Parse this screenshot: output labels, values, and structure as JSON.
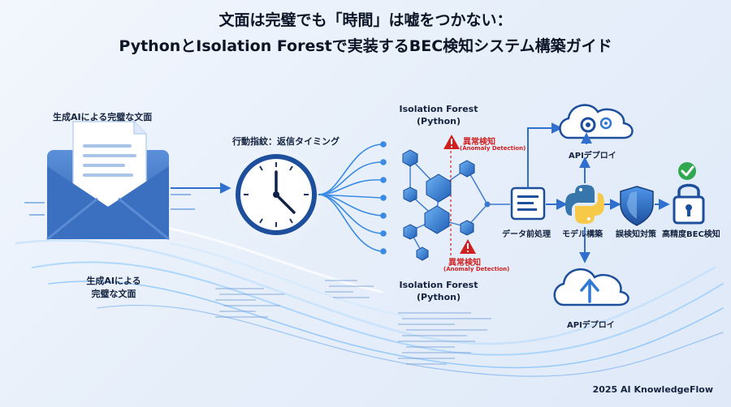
{
  "title": {
    "line1": "文面は完璧でも「時間」は嘘をつかない：",
    "line2": "PythonとIsolation Forestで実装するBEC検知システム構築ガイド"
  },
  "labels": {
    "email_top": "生成AIによる完璧な文面",
    "email_bottom_1": "生成AIによる",
    "email_bottom_2": "完璧な文面",
    "clock": "行動指紋：返信タイミング",
    "forest_top_1": "Isolation Forest",
    "forest_top_2": "(Python)",
    "anomaly_top_1": "異常検知",
    "anomaly_top_2": "(Anomaly Detection)",
    "anomaly_bottom_1": "異常検知",
    "anomaly_bottom_2": "(Anomaly Detection)",
    "forest_bottom_1": "Isolation Forest",
    "forest_bottom_2": "(Python)",
    "preprocess": "データ前処理",
    "model": "モデル構築",
    "api_top": "APIデプロイ",
    "api_bottom": "APIデプロイ",
    "false_positive": "誤検知対策",
    "bec": "高精度BEC検知"
  },
  "footer": "2025 AI KnowledgeFlow",
  "colors": {
    "accent": "#2f78d8",
    "dark": "#1c3f78",
    "alert": "#d11f1f",
    "success": "#2fa84f",
    "python_blue": "#3776ab",
    "python_yellow": "#f7c948"
  }
}
